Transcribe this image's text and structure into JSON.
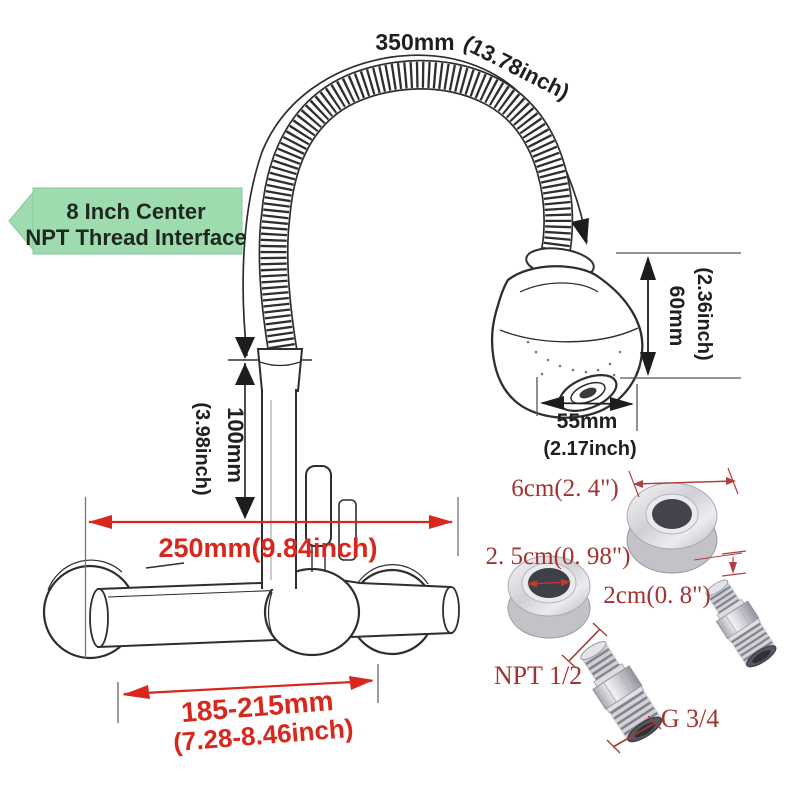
{
  "banner": {
    "line1": "8 Inch Center",
    "line2": "NPT Thread Interface"
  },
  "dimensions": {
    "hose_length_mm": "350mm",
    "hose_length_inch": "(13.78inch)",
    "head_height_mm": "60mm",
    "head_height_inch": "(2.36inch)",
    "head_width_mm": "55mm",
    "head_width_inch": "(2.17inch)",
    "spout_height_mm": "100mm",
    "spout_height_inch": "(3.98inch)",
    "reach": "250mm(9.84inch)",
    "centers_mm": "185-215mm",
    "centers_inch": "(7.28-8.46inch)"
  },
  "accessories": {
    "ring_outer_diameter": "6cm(2. 4\")",
    "ring_inner_diameter": "2. 5cm(0. 98\")",
    "ring_thickness": "2cm(0. 8\")",
    "adapter_small": "NPT 1/2",
    "adapter_large": "G 3/4"
  },
  "colors": {
    "dimension_red": "#d8271c",
    "accessory_red": "#a23330",
    "banner_green": "#9edcb0",
    "line_dark": "#2e2e2e"
  }
}
